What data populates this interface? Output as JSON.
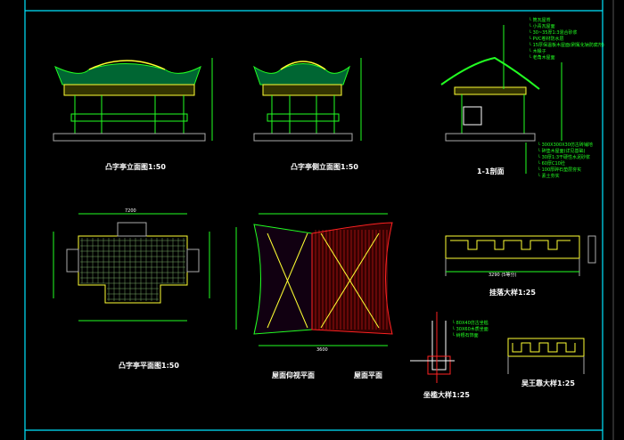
{
  "titles": {
    "front_elevation": "凸字亭立面图1:50",
    "side_elevation": "凸字亭侧立面图1:50",
    "section": "1-1剖面",
    "plan": "凸字亭平面图1:50",
    "roof_underside": "屋面仰视平面",
    "roof_plan": "屋面平面",
    "hanging_detail": "挂落大样1:25",
    "seat_detail": "坐槛大样1:25",
    "bench_detail": "吴王靠大样1:25"
  },
  "roof_notes": [
    "筒瓦屋脊",
    "小青瓦屋面",
    "30~35厚1:3混合砂浆",
    "PVC卷材防水层",
    "15厚保温板木屋面(刷氟化钠防腐剂)",
    "木椽子",
    "老角木屋面"
  ],
  "floor_notes": [
    "300X300X30仿古砖铺地",
    "碎垫木屋面(详见基础)",
    "30厚1:3干硬性水泥砂浆",
    "60厚C10砼",
    "100厚碎石垫层夯实",
    "素土夯实"
  ],
  "seat_notes": [
    "80X40仿古坐槛",
    "30X60木质坐面",
    "树根石饰面"
  ],
  "dims": {
    "hanging_width": "3290 (5等分)",
    "plan_width": "7200",
    "roof_width": "3600"
  },
  "colors": {
    "frame": "#00e5ff",
    "line_green": "#22ff22",
    "line_yellow": "#ffff33",
    "line_red": "#ff2222",
    "background": "#000000"
  }
}
